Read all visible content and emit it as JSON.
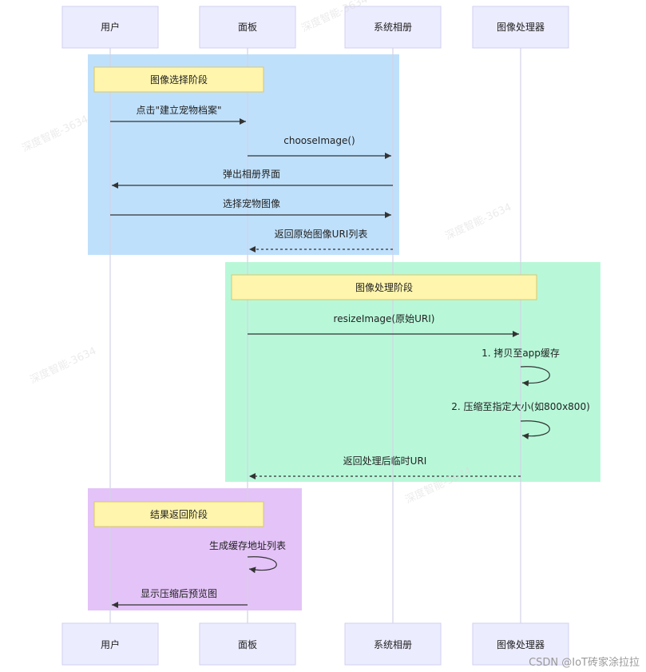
{
  "participants": [
    "用户",
    "面板",
    "系统相册",
    "图像处理器"
  ],
  "phases": [
    {
      "note": "图像选择阶段",
      "color": "#BFE0FB",
      "messages": [
        {
          "text": "点击\"建立宠物档案\"",
          "from": 0,
          "to": 1,
          "style": "solid"
        },
        {
          "text": "chooseImage()",
          "from": 1,
          "to": 2,
          "style": "solid"
        },
        {
          "text": "弹出相册界面",
          "from": 2,
          "to": 0,
          "style": "solid"
        },
        {
          "text": "选择宠物图像",
          "from": 0,
          "to": 2,
          "style": "solid"
        },
        {
          "text": "返回原始图像URI列表",
          "from": 2,
          "to": 1,
          "style": "dashed"
        }
      ]
    },
    {
      "note": "图像处理阶段",
      "color": "#B8F8D9",
      "messages": [
        {
          "text": "resizeImage(原始URI)",
          "from": 1,
          "to": 3,
          "style": "solid"
        },
        {
          "text": "1. 拷贝至app缓存",
          "from": 3,
          "to": 3,
          "style": "self"
        },
        {
          "text": "2. 压缩至指定大小(如800x800)",
          "from": 3,
          "to": 3,
          "style": "self"
        },
        {
          "text": "返回处理后临时URI",
          "from": 3,
          "to": 1,
          "style": "dashed"
        }
      ]
    },
    {
      "note": "结果返回阶段",
      "color": "#E4C3F8",
      "messages": [
        {
          "text": "生成缓存地址列表",
          "from": 1,
          "to": 1,
          "style": "self"
        },
        {
          "text": "显示压缩后预览图",
          "from": 1,
          "to": 0,
          "style": "solid"
        }
      ]
    }
  ],
  "watermark": "深度智能-3634",
  "credit": "CSDN @IoT砖家涂拉拉"
}
